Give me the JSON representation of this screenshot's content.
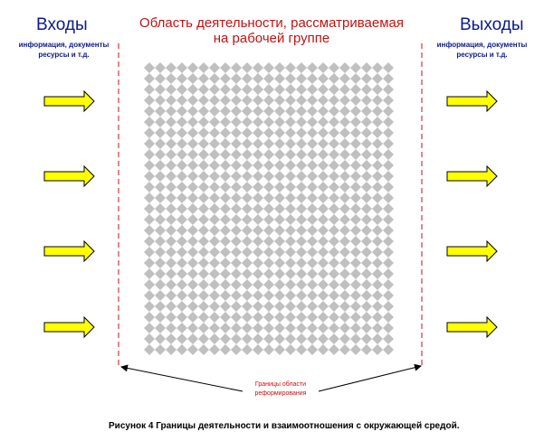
{
  "inputs": {
    "title": "Входы",
    "subtitle_line1": "информация, документы",
    "subtitle_line2": "ресурсы и т.д.",
    "arrow_count": 4
  },
  "outputs": {
    "title": "Выходы",
    "subtitle_line1": "информация, документы",
    "subtitle_line2": "ресурсы и т.д.",
    "arrow_count": 4
  },
  "area": {
    "title_line1": "Область деятельности, рассматриваемая",
    "title_line2": "на рабочей группе"
  },
  "boundary": {
    "label_line1": "Границы области",
    "label_line2": "реформирования"
  },
  "caption": "Рисунок 4 Границы деятельности и взаимоотношения с окружающей средой.",
  "colors": {
    "heading": "#0a1a8c",
    "red": "#c41212",
    "arrow_fill": "#ffff00",
    "diamond": "#c0c0c0"
  }
}
